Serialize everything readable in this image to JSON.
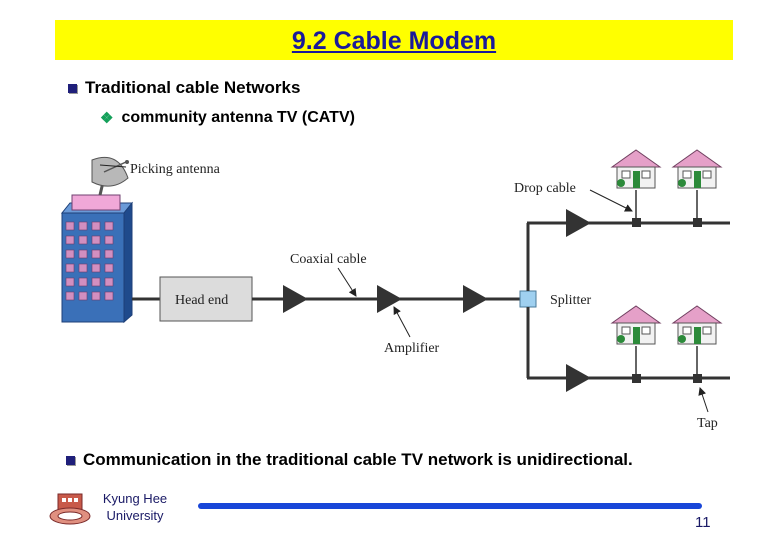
{
  "slide": {
    "title": "9.2 Cable Modem",
    "bullet1": "Traditional cable Networks",
    "bullet2": "community antenna TV (CATV)",
    "bullet3": "Communication in the traditional cable TV network is unidirectional.",
    "page_number": "11"
  },
  "footer": {
    "line1": "Kyung Hee",
    "line2": "University"
  },
  "diagram": {
    "picking_antenna": "Picking antenna",
    "drop_cable": "Drop cable",
    "coaxial_cable": "Coaxial cable",
    "head_end": "Head end",
    "splitter": "Splitter",
    "amplifier": "Amplifier",
    "tap": "Tap"
  },
  "colors": {
    "title_bg": "#ffff00",
    "title_text": "#1a1a9a",
    "bullet_square": "#1f1f7a",
    "bullet_diamond": "#14a05a",
    "footer_line": "#1846d8",
    "building": "#3a70b8",
    "house_roof": "#e5a0c8",
    "splitter": "#9fd0f0"
  }
}
